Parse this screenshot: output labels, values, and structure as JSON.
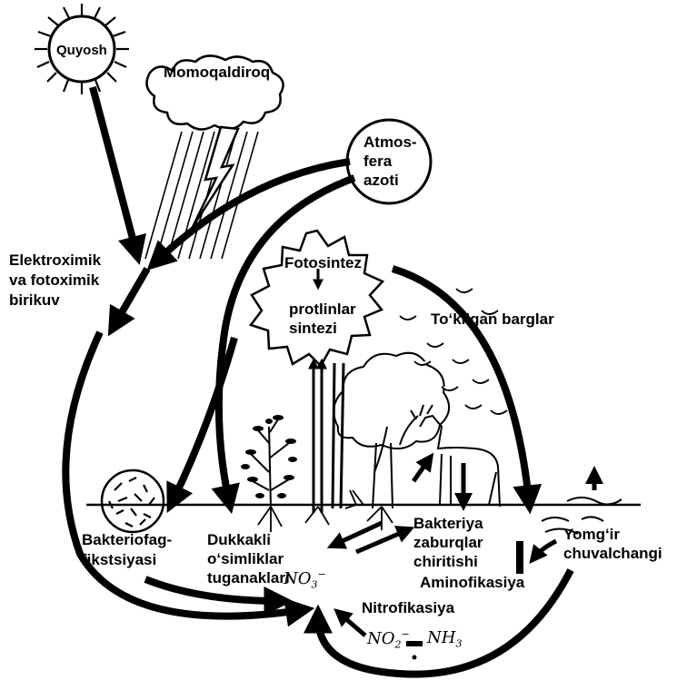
{
  "labels": {
    "sun": "Quyosh",
    "thunder": "Momoqaldiroq",
    "atmosphere": "Atmos-\nfera\nazoti",
    "electrochem": "Elektroximik\nva fotoximik\nbirikuv",
    "photosynthesis": "Fotosintez",
    "protein": "protlinlar\nsintezi",
    "fallen_leaves": "To‘kilgan barglar",
    "bacteriophage": "Bakteriofag-\nfikstsiyasi",
    "legumes": "Dukkakli\no‘simliklar\ntuganaklari",
    "bacteria": "Bakteriya\nzaburqlar\nchiritishi",
    "earthworm": "Yomg‘ir\nchuvalchangi",
    "aminofication": "Aminofikasiya",
    "nitrofication": "Nitrofikasiya"
  },
  "formulas": {
    "nitrate": "NO",
    "nitrate_sub": "3",
    "nitrate_sup": "−",
    "nitrite": "NO",
    "nitrite_sub": "2",
    "nitrite_sup": "−",
    "ammonia": "NH",
    "ammonia_sub": "3"
  }
}
